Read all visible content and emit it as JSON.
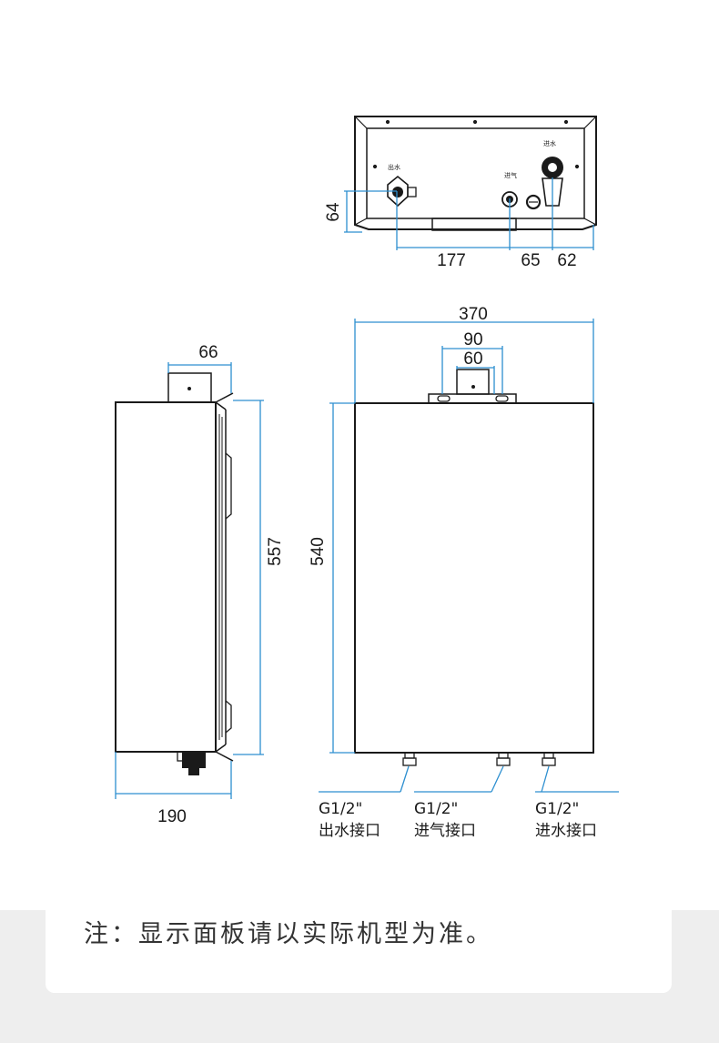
{
  "bottom_view": {
    "labels": {
      "outlet": "出水",
      "gas": "进气",
      "inlet": "进水"
    },
    "dims": {
      "height": "64",
      "a": "177",
      "b": "65",
      "c": "62"
    }
  },
  "side_view": {
    "dims": {
      "top": "66",
      "height": "557",
      "depth": "190"
    }
  },
  "front_view": {
    "dims": {
      "width": "370",
      "outer": "90",
      "inner": "60",
      "height": "540"
    }
  },
  "ports": [
    {
      "spec": "G1/2\"",
      "name": "出水接口"
    },
    {
      "spec": "G1/2\"",
      "name": "进气接口"
    },
    {
      "spec": "G1/2\"",
      "name": "进水接口"
    }
  ],
  "note": "注：显示面板请以实际机型为准。",
  "colors": {
    "dimension_line": "#2d8fd0",
    "outline": "#1a1a1a"
  }
}
